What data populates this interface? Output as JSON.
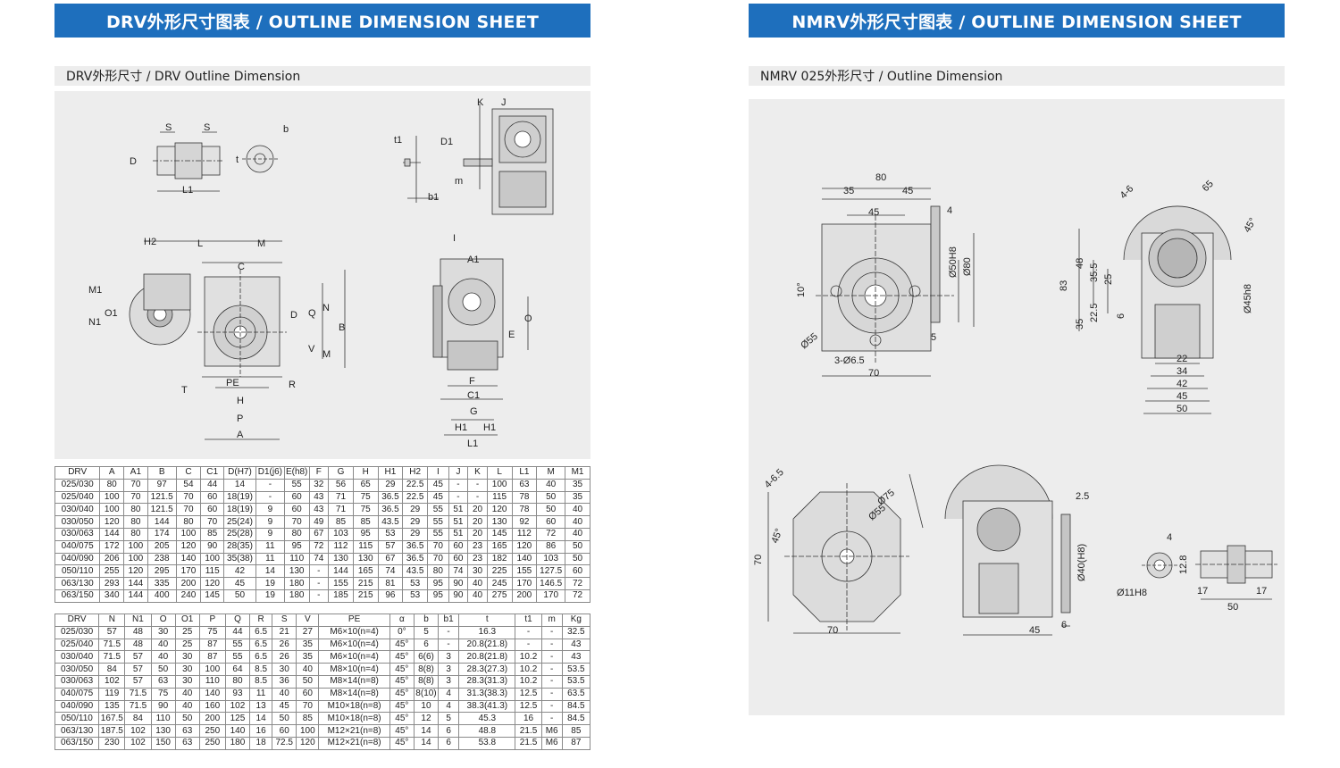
{
  "left": {
    "banner": "DRV外形尺寸图表 / OUTLINE DIMENSION SHEET",
    "subtitle": "DRV外形尺寸 / DRV Outline Dimension",
    "labels": {
      "S1": "S",
      "S2": "S",
      "b": "b",
      "D": "D",
      "t": "t",
      "L1": "L1",
      "t1": "t1",
      "D1": "D1",
      "b1": "b1",
      "K": "K",
      "J": "J",
      "m": "m",
      "H2": "H2",
      "L": "L",
      "M": "M",
      "C": "C",
      "M1": "M1",
      "N1": "N1",
      "O1": "O1",
      "Dd": "D",
      "Q": "Q",
      "N": "N",
      "B": "B",
      "V": "V",
      "Mb": "M",
      "T": "T",
      "R": "R",
      "PE": "PE",
      "H": "H",
      "P": "P",
      "A": "A",
      "I": "I",
      "A1": "A1",
      "O": "O",
      "E": "E",
      "F": "F",
      "C1": "C1",
      "G": "G",
      "H1a": "H1",
      "H1b": "H1",
      "L1b": "L1"
    }
  },
  "right": {
    "banner": "NMRV外形尺寸图表 / OUTLINE DIMENSION SHEET",
    "subtitle": "NMRV 025外形尺寸 / Outline Dimension",
    "labels": {
      "d80": "80",
      "d35": "35",
      "d45a": "45",
      "d4": "4",
      "d45b": "45",
      "d50": "Ø50H8",
      "d80b": "Ø80",
      "d10": "10°",
      "d55": "Ø55",
      "d5": "5",
      "d36": "3-Ø6.5",
      "d70": "70",
      "d46": "4-6",
      "d65": "65",
      "d45deg": "45°",
      "d83": "83",
      "d48": "48",
      "d355": "35.5",
      "d25": "25",
      "d225": "22.5",
      "d6": "6",
      "d35b": "35",
      "d45h": "Ø45h8",
      "d22": "22",
      "d34": "34",
      "d42": "42",
      "d45c": "45",
      "d50b": "50",
      "d465": "4-6.5",
      "d75": "Ø75",
      "d55b": "Ø55",
      "d45deg2": "45°",
      "d70b": "70",
      "d70c": "70",
      "d25b": "2.5",
      "d40": "Ø40(H8)",
      "d45d": "45",
      "d6b": "6",
      "d4b": "4",
      "d128": "12.8",
      "d11": "Ø11H8",
      "d17a": "17",
      "d17b": "17",
      "d50c": "50"
    }
  },
  "table1": {
    "headers": [
      "DRV",
      "A",
      "A1",
      "B",
      "C",
      "C1",
      "D(H7)",
      "D1(j6)",
      "E(h8)",
      "F",
      "G",
      "H",
      "H1",
      "H2",
      "I",
      "J",
      "K",
      "L",
      "L1",
      "M",
      "M1"
    ],
    "rows": [
      [
        "025/030",
        "80",
        "70",
        "97",
        "54",
        "44",
        "14",
        "-",
        "55",
        "32",
        "56",
        "65",
        "29",
        "22.5",
        "45",
        "-",
        "-",
        "100",
        "63",
        "40",
        "35"
      ],
      [
        "025/040",
        "100",
        "70",
        "121.5",
        "70",
        "60",
        "18(19)",
        "-",
        "60",
        "43",
        "71",
        "75",
        "36.5",
        "22.5",
        "45",
        "-",
        "-",
        "115",
        "78",
        "50",
        "35"
      ],
      [
        "030/040",
        "100",
        "80",
        "121.5",
        "70",
        "60",
        "18(19)",
        "9",
        "60",
        "43",
        "71",
        "75",
        "36.5",
        "29",
        "55",
        "51",
        "20",
        "120",
        "78",
        "50",
        "40"
      ],
      [
        "030/050",
        "120",
        "80",
        "144",
        "80",
        "70",
        "25(24)",
        "9",
        "70",
        "49",
        "85",
        "85",
        "43.5",
        "29",
        "55",
        "51",
        "20",
        "130",
        "92",
        "60",
        "40"
      ],
      [
        "030/063",
        "144",
        "80",
        "174",
        "100",
        "85",
        "25(28)",
        "9",
        "80",
        "67",
        "103",
        "95",
        "53",
        "29",
        "55",
        "51",
        "20",
        "145",
        "112",
        "72",
        "40"
      ],
      [
        "040/075",
        "172",
        "100",
        "205",
        "120",
        "90",
        "28(35)",
        "11",
        "95",
        "72",
        "112",
        "115",
        "57",
        "36.5",
        "70",
        "60",
        "23",
        "165",
        "120",
        "86",
        "50"
      ],
      [
        "040/090",
        "206",
        "100",
        "238",
        "140",
        "100",
        "35(38)",
        "11",
        "110",
        "74",
        "130",
        "130",
        "67",
        "36.5",
        "70",
        "60",
        "23",
        "182",
        "140",
        "103",
        "50"
      ],
      [
        "050/110",
        "255",
        "120",
        "295",
        "170",
        "115",
        "42",
        "14",
        "130",
        "-",
        "144",
        "165",
        "74",
        "43.5",
        "80",
        "74",
        "30",
        "225",
        "155",
        "127.5",
        "60"
      ],
      [
        "063/130",
        "293",
        "144",
        "335",
        "200",
        "120",
        "45",
        "19",
        "180",
        "-",
        "155",
        "215",
        "81",
        "53",
        "95",
        "90",
        "40",
        "245",
        "170",
        "146.5",
        "72"
      ],
      [
        "063/150",
        "340",
        "144",
        "400",
        "240",
        "145",
        "50",
        "19",
        "180",
        "-",
        "185",
        "215",
        "96",
        "53",
        "95",
        "90",
        "40",
        "275",
        "200",
        "170",
        "72"
      ]
    ]
  },
  "table2": {
    "headers": [
      "DRV",
      "N",
      "N1",
      "O",
      "O1",
      "P",
      "Q",
      "R",
      "S",
      "V",
      "PE",
      "α",
      "b",
      "b1",
      "t",
      "t1",
      "m",
      "Kg"
    ],
    "rows": [
      [
        "025/030",
        "57",
        "48",
        "30",
        "25",
        "75",
        "44",
        "6.5",
        "21",
        "27",
        "M6×10(n=4)",
        "0°",
        "5",
        "-",
        "16.3",
        "-",
        "-",
        "32.5"
      ],
      [
        "025/040",
        "71.5",
        "48",
        "40",
        "25",
        "87",
        "55",
        "6.5",
        "26",
        "35",
        "M6×10(n=4)",
        "45°",
        "6",
        "-",
        "20.8(21.8)",
        "-",
        "-",
        "43"
      ],
      [
        "030/040",
        "71.5",
        "57",
        "40",
        "30",
        "87",
        "55",
        "6.5",
        "26",
        "35",
        "M6×10(n=4)",
        "45°",
        "6(6)",
        "3",
        "20.8(21.8)",
        "10.2",
        "-",
        "43"
      ],
      [
        "030/050",
        "84",
        "57",
        "50",
        "30",
        "100",
        "64",
        "8.5",
        "30",
        "40",
        "M8×10(n=4)",
        "45°",
        "8(8)",
        "3",
        "28.3(27.3)",
        "10.2",
        "-",
        "53.5"
      ],
      [
        "030/063",
        "102",
        "57",
        "63",
        "30",
        "110",
        "80",
        "8.5",
        "36",
        "50",
        "M8×14(n=8)",
        "45°",
        "8(8)",
        "3",
        "28.3(31.3)",
        "10.2",
        "-",
        "53.5"
      ],
      [
        "040/075",
        "119",
        "71.5",
        "75",
        "40",
        "140",
        "93",
        "11",
        "40",
        "60",
        "M8×14(n=8)",
        "45°",
        "8(10)",
        "4",
        "31.3(38.3)",
        "12.5",
        "-",
        "63.5"
      ],
      [
        "040/090",
        "135",
        "71.5",
        "90",
        "40",
        "160",
        "102",
        "13",
        "45",
        "70",
        "M10×18(n=8)",
        "45°",
        "10",
        "4",
        "38.3(41.3)",
        "12.5",
        "-",
        "84.5"
      ],
      [
        "050/110",
        "167.5",
        "84",
        "110",
        "50",
        "200",
        "125",
        "14",
        "50",
        "85",
        "M10×18(n=8)",
        "45°",
        "12",
        "5",
        "45.3",
        "16",
        "-",
        "84.5"
      ],
      [
        "063/130",
        "187.5",
        "102",
        "130",
        "63",
        "250",
        "140",
        "16",
        "60",
        "100",
        "M12×21(n=8)",
        "45°",
        "14",
        "6",
        "48.8",
        "21.5",
        "M6",
        "85"
      ],
      [
        "063/150",
        "230",
        "102",
        "150",
        "63",
        "250",
        "180",
        "18",
        "72.5",
        "120",
        "M12×21(n=8)",
        "45°",
        "14",
        "6",
        "53.8",
        "21.5",
        "M6",
        "87"
      ]
    ]
  }
}
